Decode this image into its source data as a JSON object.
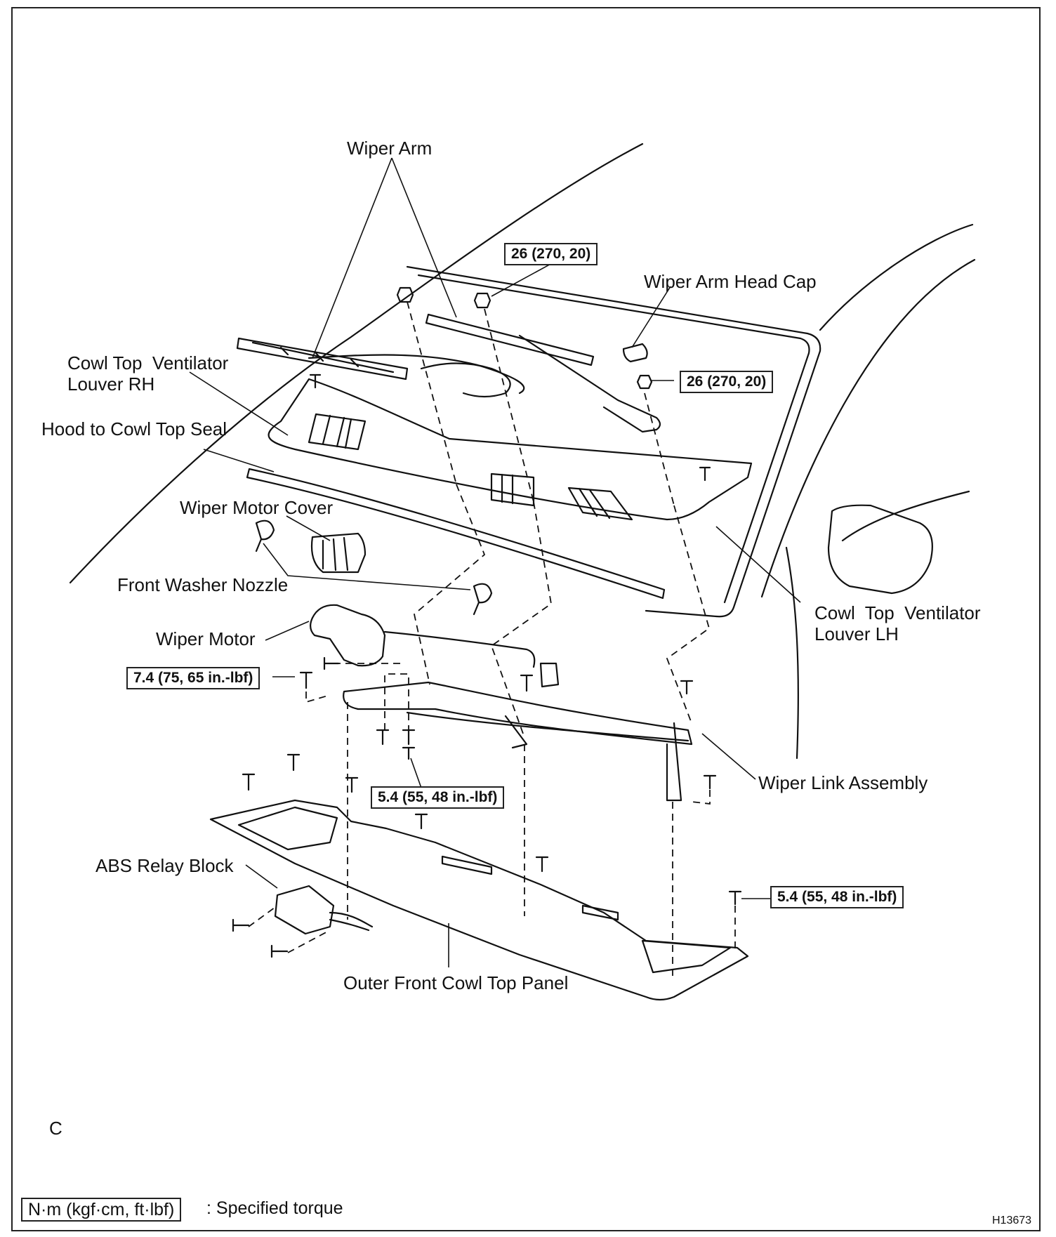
{
  "labels": {
    "wiper_arm": "Wiper Arm",
    "wiper_arm_head_cap": "Wiper Arm Head Cap",
    "cowl_rh": "Cowl Top  Ventilator\nLouver RH",
    "hood_seal": "Hood to Cowl Top Seal",
    "wiper_motor_cover": "Wiper Motor Cover",
    "front_washer_nozzle": "Front Washer Nozzle",
    "wiper_motor": "Wiper Motor",
    "cowl_lh": "Cowl  Top  Ventilator\nLouver LH",
    "wiper_link": "Wiper Link Assembly",
    "abs_relay": "ABS Relay Block",
    "outer_panel": "Outer Front Cowl Top Panel"
  },
  "torques": {
    "arm_nut_1": "26 (270, 20)",
    "arm_nut_2": "26 (270, 20)",
    "motor_bolt": "7.4 (75, 65 in.-lbf)",
    "link_bolt": "5.4 (55, 48 in.-lbf)",
    "panel_bolt": "5.4 (55, 48 in.-lbf)"
  },
  "legend": {
    "unit_box": "N·m (kgf·cm, ft·lbf)",
    "text": ": Specified torque"
  },
  "corner_letter": "C",
  "figure_code": "H13673"
}
